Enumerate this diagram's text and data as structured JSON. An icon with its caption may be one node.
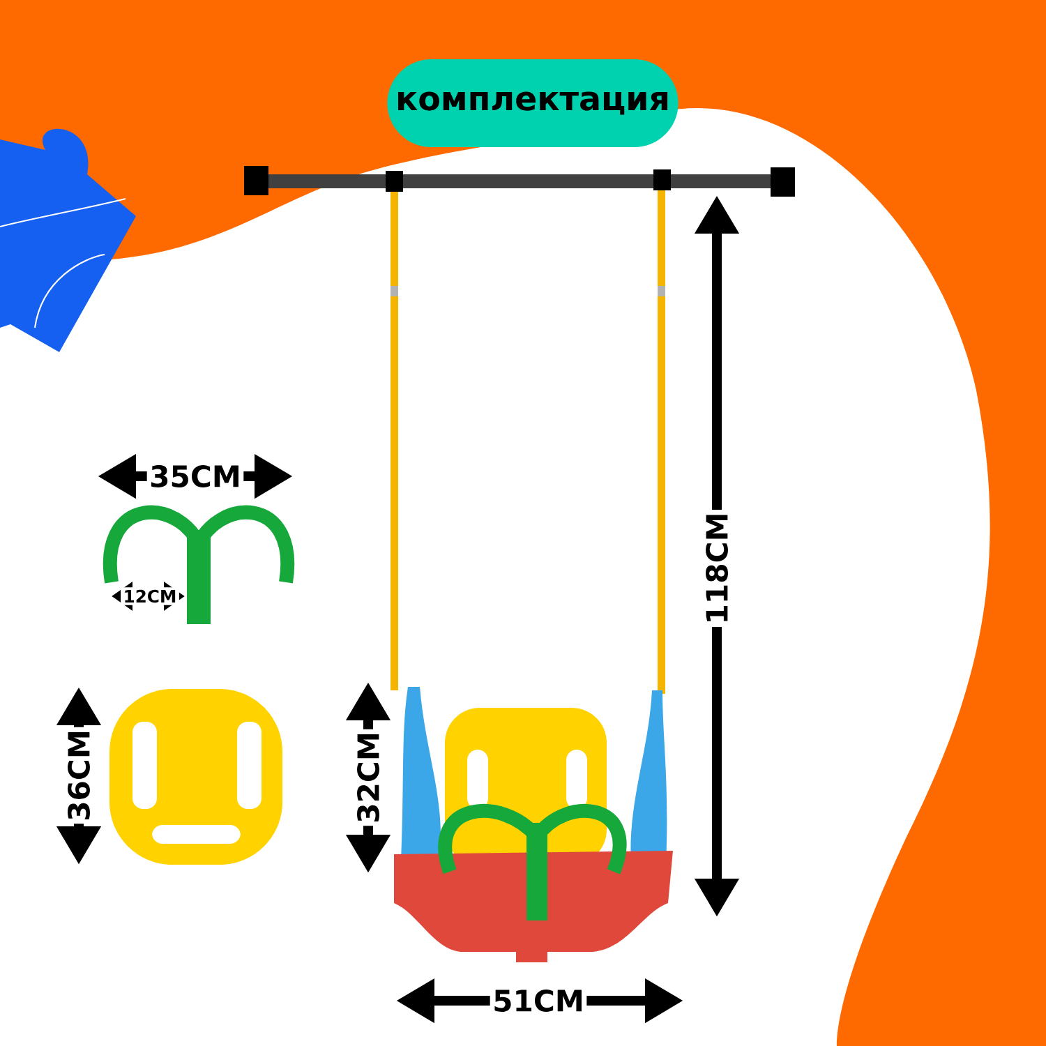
{
  "diagram": {
    "title": "комплектация",
    "labels": [
      "35CM",
      "12CM",
      "118CM",
      "36CM",
      "32CM",
      "51CM"
    ]
  }
}
